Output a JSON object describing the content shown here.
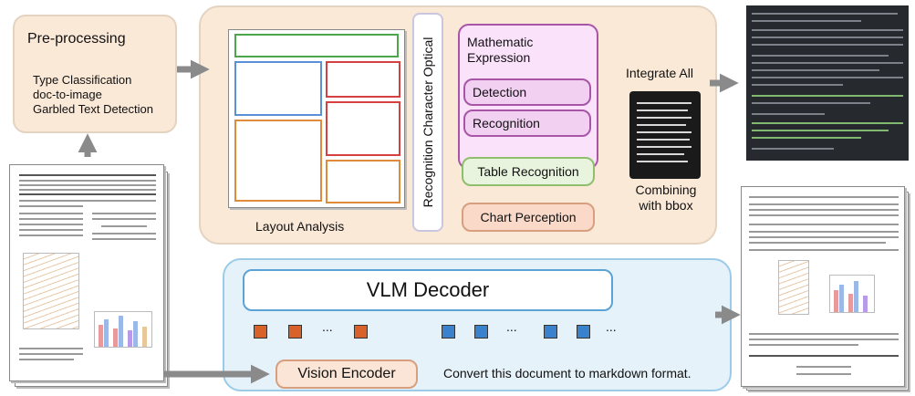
{
  "preprocessing": {
    "title": "Pre-processing",
    "steps": [
      "Type Classification",
      "doc-to-image",
      "Garbled Text Detection"
    ]
  },
  "layout_analysis": {
    "label": "Layout Analysis"
  },
  "ocr": {
    "label": "Recognition Character Optical"
  },
  "math": {
    "title_line1": "Mathematic",
    "title_line2": "Expression",
    "detection": "Detection",
    "recognition": "Recognition"
  },
  "table_recognition": "Table Recognition",
  "chart_perception": "Chart Perception",
  "integrate": "Integrate All",
  "combining": {
    "line1": "Combining",
    "line2": "with bbox"
  },
  "vlm_decoder": "VLM Decoder",
  "vision_encoder": "Vision Encoder",
  "prompt": "Convert this document to markdown format.",
  "token_ellipsis": "...",
  "colors": {
    "pre_fill": "#fbe9d8",
    "vlm_fill": "#e6f2fa",
    "math_border": "#a855a8",
    "table_fill": "#e9f4df",
    "chart_fill": "#fad9c8",
    "token_orange": "#d9622b",
    "token_blue": "#3a83cc"
  }
}
